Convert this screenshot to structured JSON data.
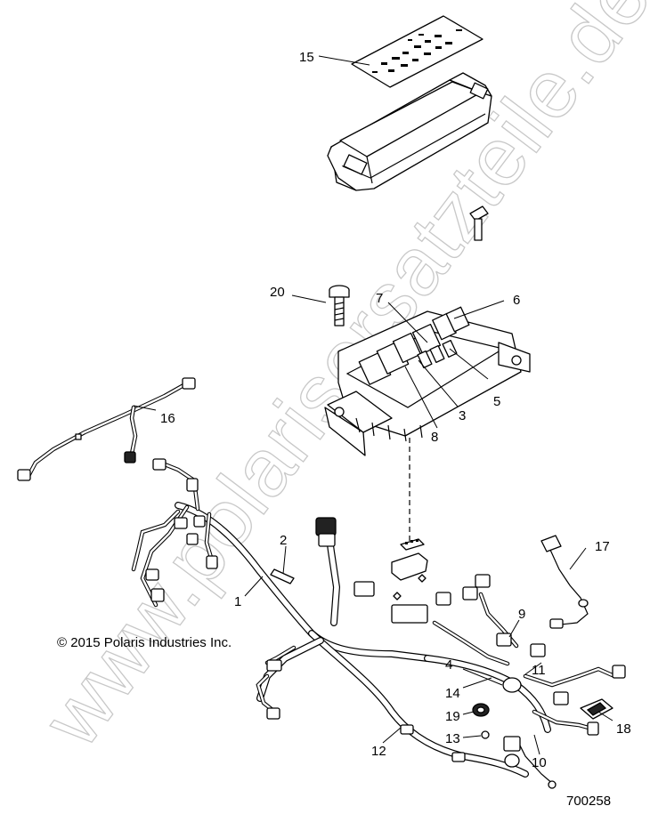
{
  "watermark": "www.polarisersatzteile.de",
  "copyright": "© 2015 Polaris Industries Inc.",
  "diagram_number": "700258",
  "callouts": [
    {
      "id": "c1",
      "label": "1"
    },
    {
      "id": "c2",
      "label": "2"
    },
    {
      "id": "c3",
      "label": "3"
    },
    {
      "id": "c4",
      "label": "4"
    },
    {
      "id": "c5",
      "label": "5"
    },
    {
      "id": "c6",
      "label": "6"
    },
    {
      "id": "c7",
      "label": "7"
    },
    {
      "id": "c8",
      "label": "8"
    },
    {
      "id": "c9",
      "label": "9"
    },
    {
      "id": "c10",
      "label": "10"
    },
    {
      "id": "c11",
      "label": "11"
    },
    {
      "id": "c12",
      "label": "12"
    },
    {
      "id": "c13",
      "label": "13"
    },
    {
      "id": "c14",
      "label": "14"
    },
    {
      "id": "c15",
      "label": "15"
    },
    {
      "id": "c16",
      "label": "16"
    },
    {
      "id": "c17",
      "label": "17"
    },
    {
      "id": "c18",
      "label": "18"
    },
    {
      "id": "c19",
      "label": "19"
    },
    {
      "id": "c20",
      "label": "20"
    }
  ]
}
